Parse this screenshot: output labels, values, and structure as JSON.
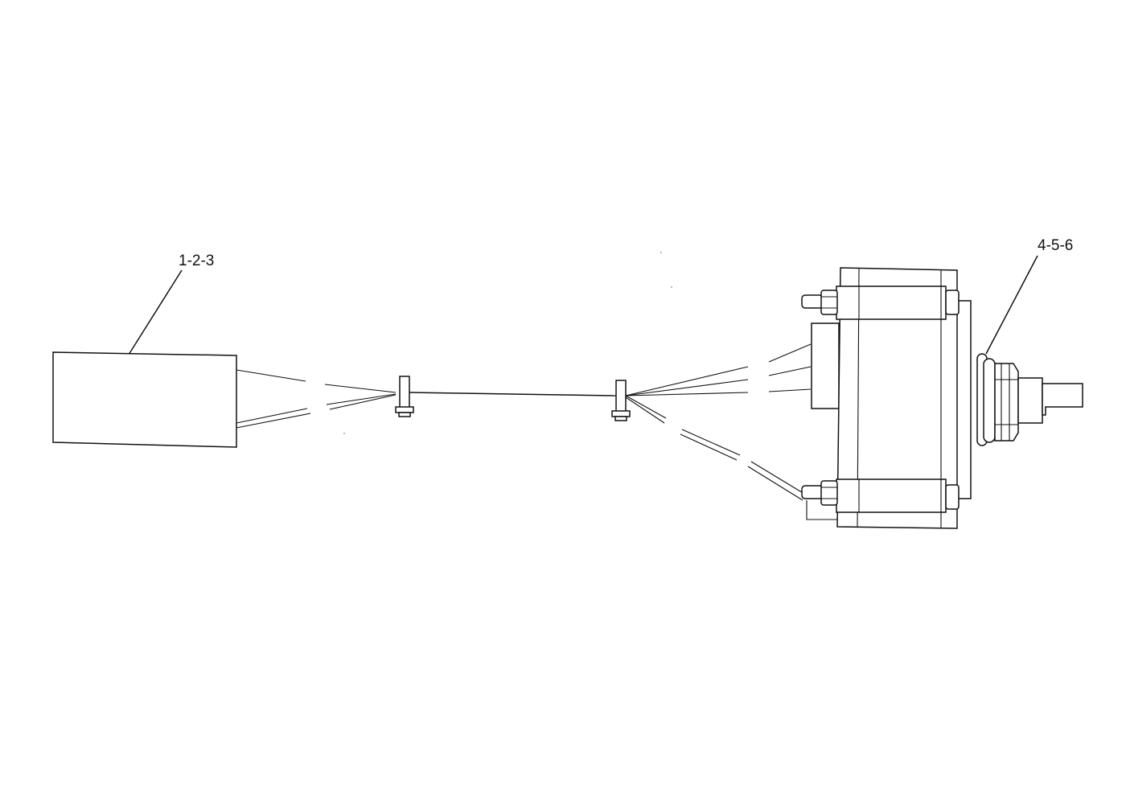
{
  "diagram": {
    "callouts": [
      {
        "id": "left-assembly",
        "label": "1-2-3"
      },
      {
        "id": "right-assembly",
        "label": "4-5-6"
      }
    ],
    "colors": {
      "line": "#111111",
      "background": "#ffffff"
    }
  }
}
